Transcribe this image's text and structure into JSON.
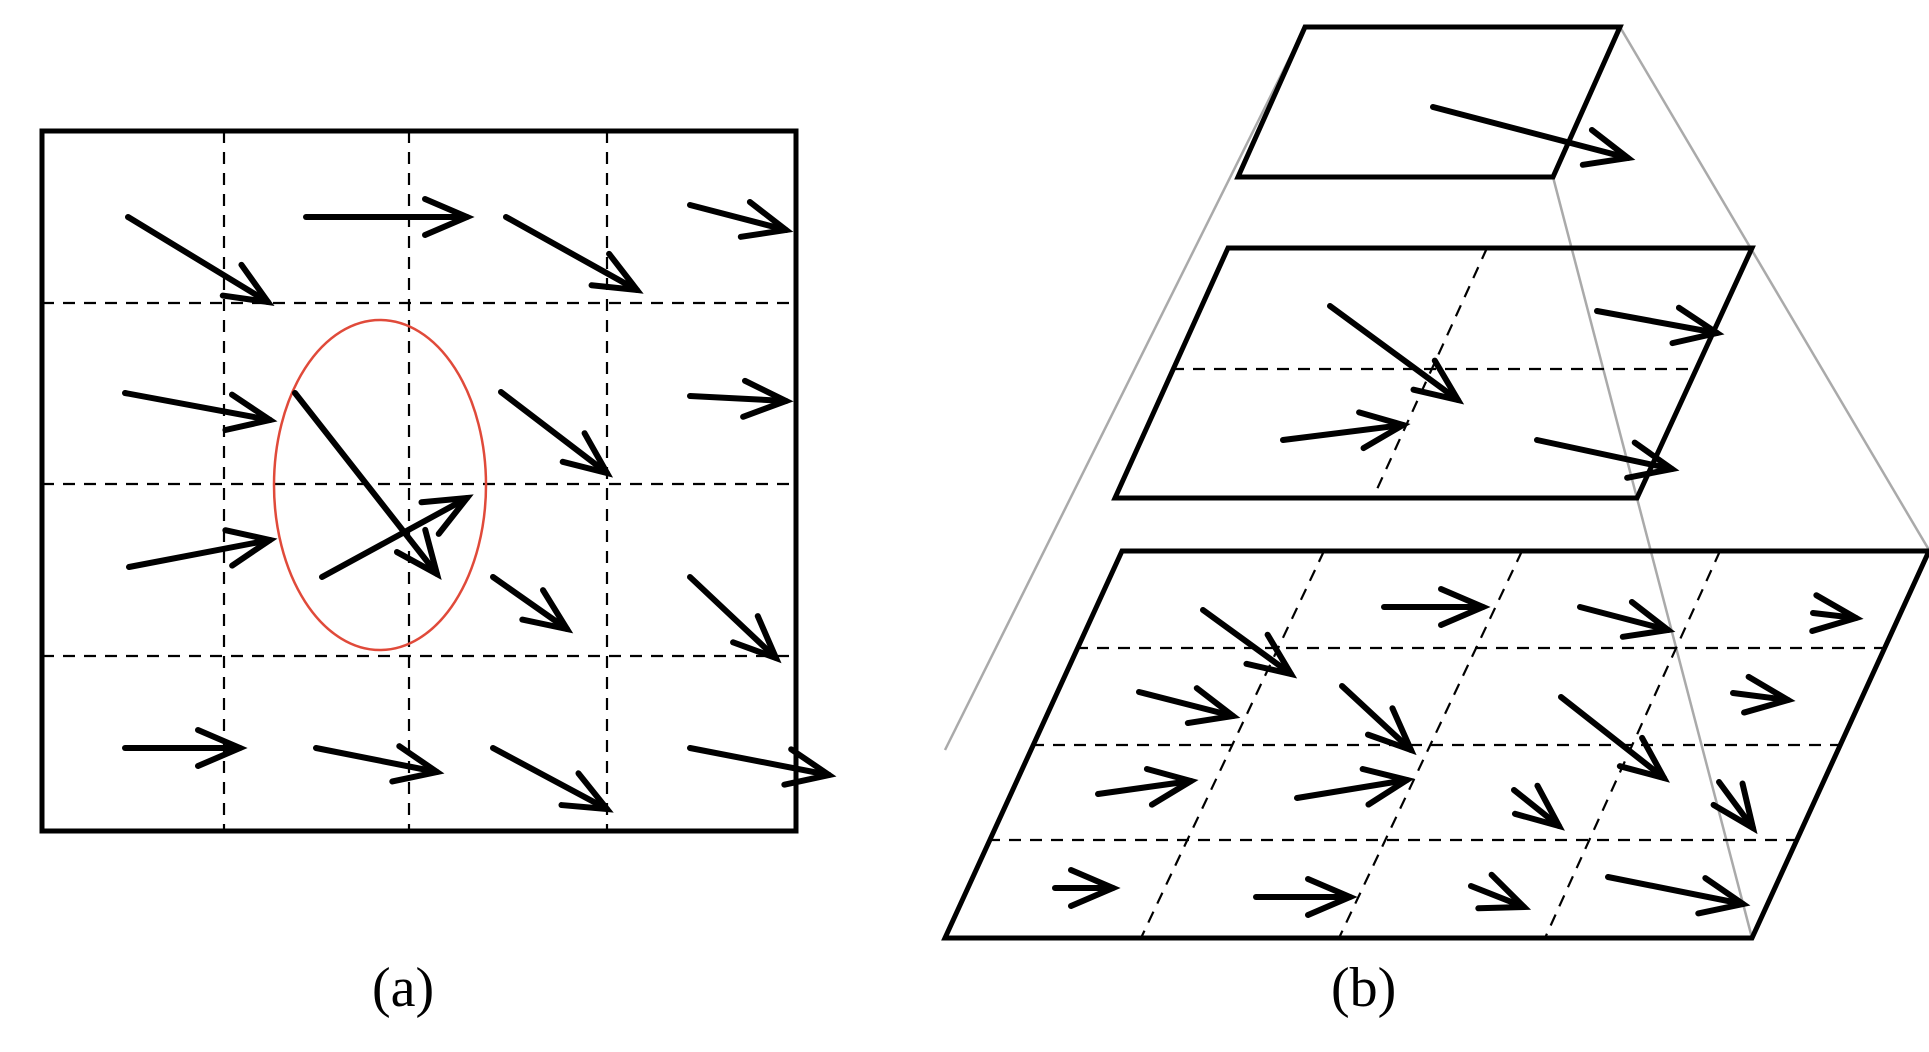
{
  "captions": {
    "a": "(a)",
    "b": "(b)"
  },
  "colors": {
    "stroke": "#000000",
    "highlight": "#e04a3a",
    "frustum_edge": "#aaaaaa"
  },
  "panel_a": {
    "grid_rows": 4,
    "grid_cols": 4,
    "highlight_shape": "ellipse"
  },
  "panel_b": {
    "levels": [
      {
        "grid": [
          1,
          1
        ]
      },
      {
        "grid": [
          2,
          2
        ]
      },
      {
        "grid": [
          4,
          4
        ]
      }
    ]
  }
}
